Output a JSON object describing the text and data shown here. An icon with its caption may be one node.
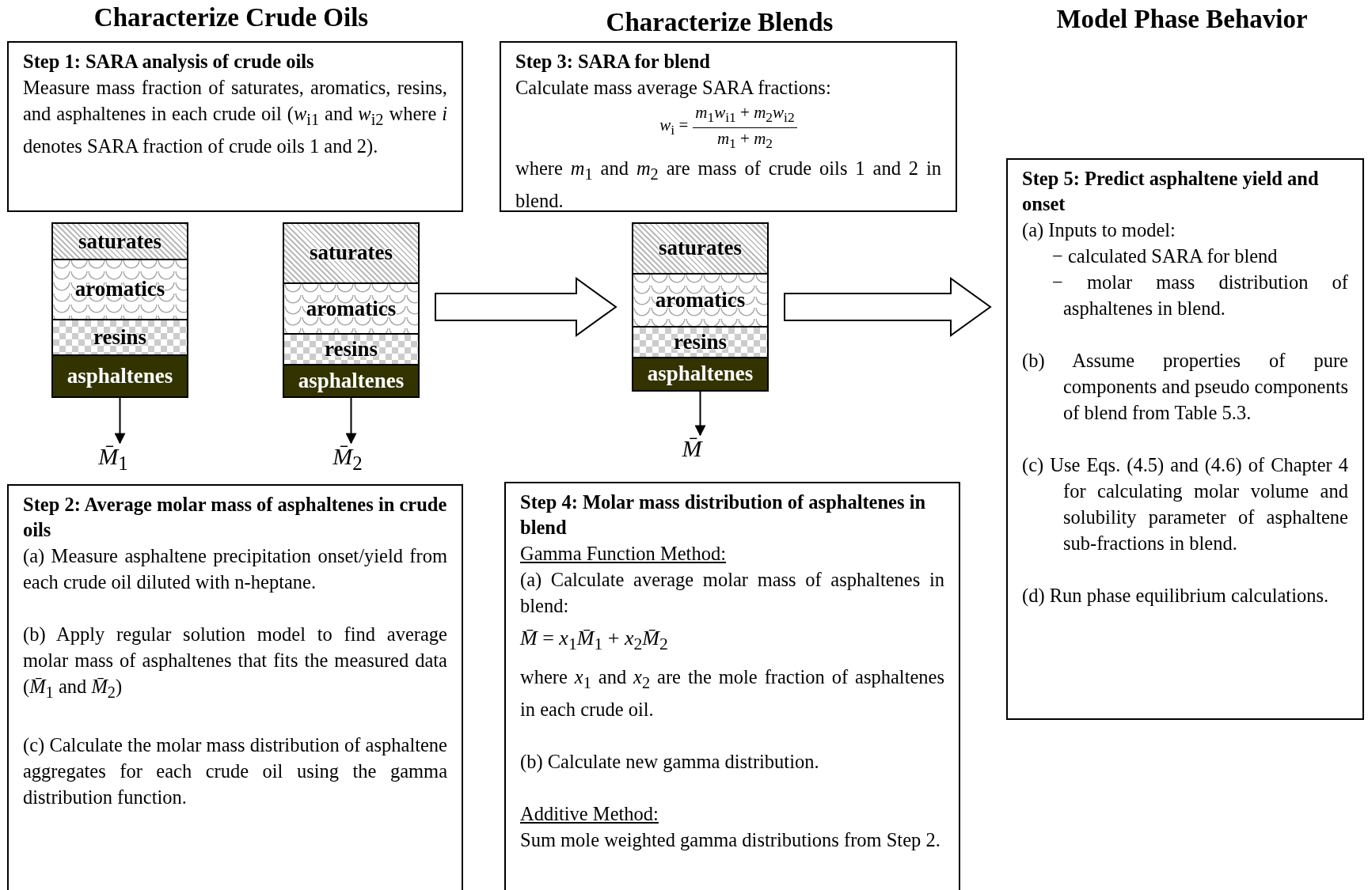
{
  "diagram": {
    "nodes": [
      {
        "text": [
          "Step 1: SARA analysis of crude oils",
          "Measure mass fraction of saturates, aromatics, resins, and asphaltenes in each crude oil (*w*$_{i1}$ and *w*$_{i2}$ where *i* denotes SARA fraction of crude oils 1 and 2)."
        ]
      },
      {
        "text": [
          "Step 3: SARA for blend",
          "Calculate mass average SARA fractions:",
          "*w*$_{i}$ =",
          "*m*$_{1}$*w*$_{i1}$ + *m*$_{2}$*w*$_{i2}$",
          "*m*$_{1}$ + *m*$_{2}$",
          "where *m*$_{1}$ and *m*$_{2}$ are mass of crude oils 1 and 2 in blend."
        ]
      },
      {
        "text": [
          "Step 5: Predict asphaltene yield and onset",
          "(a) Inputs to model:",
          "− calculated SARA for blend",
          "− molar mass distribution of asphaltenes in blend.",
          "(b) Assume properties of pure components and pseudo components of blend from Table 5.3.",
          "(c) Use Eqs. (4.5) and (4.6) of Chapter 4 for calculating molar volume and solubility parameter of asphaltene sub-fractions in blend.",
          "(d) Run phase equilibrium calculations."
        ]
      },
      {
        "text": [],
        "shape": "box"
      },
      {
        "text": [
          "saturates"
        ],
        "in": 3
      },
      {
        "text": [
          "aromatics"
        ],
        "in": 3
      },
      {
        "text": [
          "resins"
        ],
        "in": 3
      },
      {
        "text": [
          "asphaltenes"
        ],
        "in": 3
      },
      {
        "text": [],
        "shape": "box"
      },
      {
        "text": [
          "saturates"
        ],
        "in": 8
      },
      {
        "text": [
          "aromatics"
        ],
        "in": 8
      },
      {
        "text": [
          "resins"
        ],
        "in": 8
      },
      {
        "text": [
          "asphaltenes"
        ],
        "in": 8
      },
      {
        "text": [],
        "shape": "box"
      },
      {
        "text": [
          "saturates"
        ],
        "in": 13
      },
      {
        "text": [
          "aromatics"
        ],
        "in": 13
      },
      {
        "text": [
          "resins"
        ],
        "in": 13
      },
      {
        "text": [
          "asphaltenes"
        ],
        "in": 13
      },
      {
        "text": [
          "*M̄*$_{1}$"
        ]
      },
      {
        "text": [
          "*M̄*$_{2}$"
        ]
      },
      {
        "text": [
          "*M̄*"
        ]
      },
      {
        "text": [
          "Step 2: Average molar mass of asphaltenes in crude oils",
          "(a) Measure asphaltene precipitation onset/yield from each crude oil diluted with n-heptane.",
          "(b) Apply regular solution model to find average molar mass of asphaltenes that fits the measured data (*M̄*$_{1}$ and *M̄*$_{2}$)",
          "(c) Calculate the molar mass distribution of asphaltene aggregates for each crude oil using the gamma distribution function."
        ]
      },
      {
        "text": [
          "Step 4: Molar mass distribution of asphaltenes in blend",
          "Gamma Function Method:",
          "(a) Calculate average molar mass of asphaltenes in blend:",
          "*M̄* = *x*$_{1}$*M̄*$_{1}$ + *x*$_{2}$*M̄*$_{2}$",
          "where *x*$_{1}$ and *x*$_{2}$ are the mole fraction of asphaltenes in each crude oil.",
          "(b) Calculate new gamma distribution.",
          "Additive Method:",
          "Sum mole weighted gamma distributions from Step 2."
        ]
      }
    ],
    "edges": [
      {
        "from": 7,
        "to": 18,
        "arrow": "to"
      },
      {
        "from": 12,
        "to": 19,
        "arrow": "to"
      },
      {
        "from": 17,
        "to": 20,
        "arrow": "to"
      },
      {
        "from": 8,
        "to": 13,
        "arrow": "to",
        "style": "thick"
      },
      {
        "from": 13,
        "to": 2,
        "arrow": "to",
        "style": "thick"
      }
    ],
    "labels": [
      "Characterize Crude Oils",
      "Characterize Blends",
      "Model Phase Behavior"
    ]
  }
}
